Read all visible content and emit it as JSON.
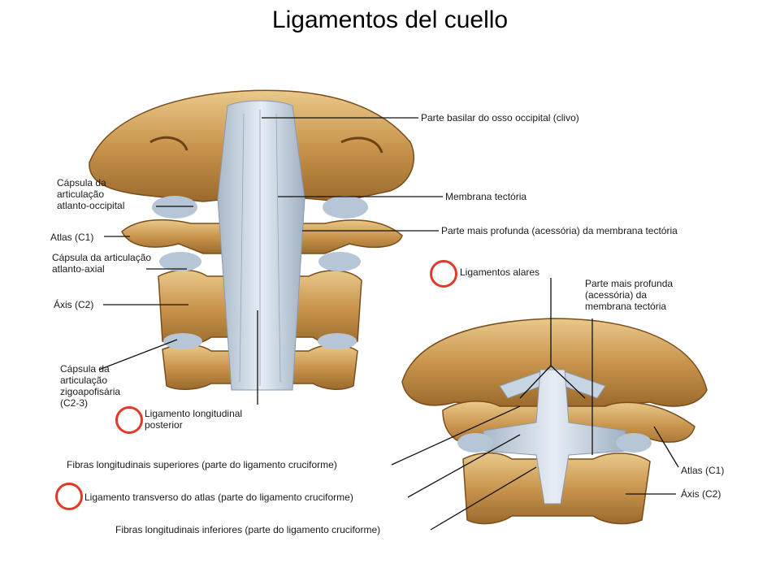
{
  "title": "Ligamentos del cuello",
  "highlight_color": "#e23a28",
  "labels": {
    "parte_basilar": [
      "Parte basilar do osso occipital (clivo)"
    ],
    "membrana_tectoria": [
      "Membrana tectória"
    ],
    "parte_profunda_top": [
      "Parte mais profunda (acessória) da membrana tectória"
    ],
    "ligamentos_alares": [
      "Ligamentos alares"
    ],
    "parte_profunda_right": [
      "Parte mais profunda",
      "(acessória) da",
      "membrana tectória"
    ],
    "capsula_atlanto_occipital": [
      "Cápsula da",
      "articulação",
      "atlanto-occipital"
    ],
    "atlas_left": [
      "Atlas (C1)"
    ],
    "capsula_atlanto_axial": [
      "Cápsula da articulação",
      "atlanto-axial"
    ],
    "axis_left": [
      "Áxis (C2)"
    ],
    "capsula_zigoapofisaria": [
      "Cápsula da",
      "articulação",
      "zigoapofisária",
      "(C2-3)"
    ],
    "lig_longitudinal_posterior": [
      "Ligamento longitudinal",
      "posterior"
    ],
    "fibras_superiores": [
      "Fibras longitudinais superiores (parte do ligamento cruciforme)"
    ],
    "lig_transverso": [
      "Ligamento transverso do atlas (parte do ligamento cruciforme)"
    ],
    "fibras_inferiores": [
      "Fibras longitudinais inferiores (parte do ligamento cruciforme)"
    ],
    "atlas_right": [
      "Atlas (C1)"
    ],
    "axis_right": [
      "Áxis (C2)"
    ]
  }
}
